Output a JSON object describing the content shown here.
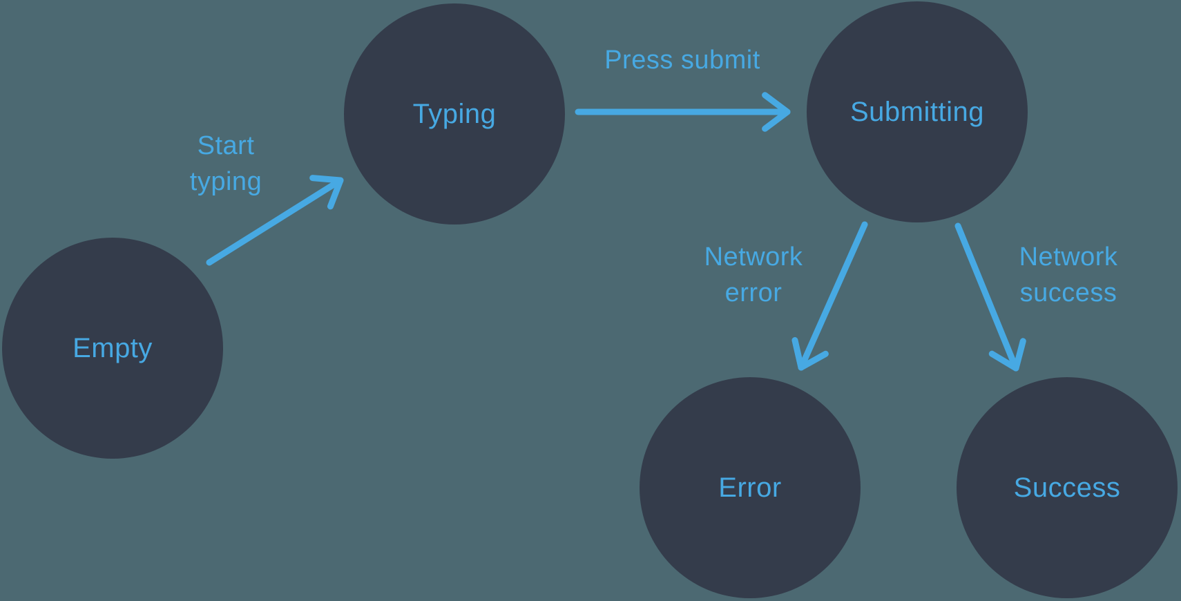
{
  "diagram": {
    "type": "state-machine",
    "colors": {
      "background": "#4C6972",
      "node_fill": "#343C4B",
      "accent": "#47A9E3"
    },
    "nodes": [
      {
        "id": "empty",
        "label": "Empty"
      },
      {
        "id": "typing",
        "label": "Typing"
      },
      {
        "id": "submitting",
        "label": "Submitting"
      },
      {
        "id": "error",
        "label": "Error"
      },
      {
        "id": "success",
        "label": "Success"
      }
    ],
    "edges": [
      {
        "id": "start-typing",
        "from": "empty",
        "to": "typing",
        "label": "Start typing",
        "lines": [
          "Start",
          "typing"
        ]
      },
      {
        "id": "press-submit",
        "from": "typing",
        "to": "submitting",
        "label": "Press submit",
        "lines": [
          "Press submit"
        ]
      },
      {
        "id": "network-error",
        "from": "submitting",
        "to": "error",
        "label": "Network error",
        "lines": [
          "Network",
          "error"
        ]
      },
      {
        "id": "network-success",
        "from": "submitting",
        "to": "success",
        "label": "Network success",
        "lines": [
          "Network",
          "success"
        ]
      }
    ]
  }
}
